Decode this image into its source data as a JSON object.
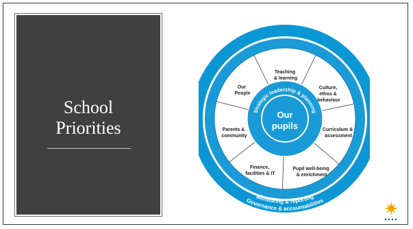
{
  "slide": {
    "title_line1": "School",
    "title_line2": "Priorities"
  },
  "diagram": {
    "center_line1": "Our",
    "center_line2": "pupils",
    "inner_ring": "Strategic leadership & planning",
    "outer_ring_1": "Monitoring & reporting",
    "outer_ring_2": "Governance & accountabilities",
    "segments": [
      {
        "lines": [
          "Teaching",
          "& learning"
        ]
      },
      {
        "lines": [
          "Culture,",
          "ethos &",
          "behaviour"
        ]
      },
      {
        "lines": [
          "Curriculum &",
          "assessment"
        ]
      },
      {
        "lines": [
          "Pupil well-being",
          "& enrichment"
        ]
      },
      {
        "lines": [
          "Finance,",
          "facilities & IT"
        ]
      },
      {
        "lines": [
          "Parents &",
          "community"
        ]
      },
      {
        "lines": [
          "Our",
          "People"
        ]
      }
    ],
    "colors": {
      "outer": "#0b97d3",
      "ring": "#1a9bd7",
      "dark_text": "#1a1a1a",
      "light_text": "#ffffff"
    }
  },
  "logo": {
    "icon": "sun-logo-icon"
  }
}
